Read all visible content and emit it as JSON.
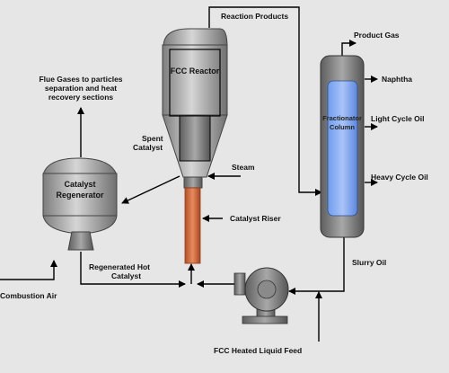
{
  "colors": {
    "background": "#e6e6e6",
    "vessel_metal": "#a9a9a9",
    "riser": "#d2693f",
    "column_fill": "#5b87e0",
    "flow_lines": "#000000"
  },
  "units": {
    "reactor": "FCC Reactor",
    "regenerator_line1": "Catalyst",
    "regenerator_line2": "Regenerator",
    "fractionator_line1": "Fractionator",
    "fractionator_line2": "Column"
  },
  "streams": {
    "reaction_products": "Reaction Products",
    "product_gas": "Product Gas",
    "naphtha": "Naphtha",
    "light_cycle_oil": "Light Cycle Oil",
    "heavy_cycle_oil": "Heavy Cycle Oil",
    "slurry_oil": "Slurry Oil",
    "flue_gases_line1": "Flue Gases to particles",
    "flue_gases_line2": "separation and heat",
    "flue_gases_line3": "recovery sections",
    "spent_catalyst_line1": "Spent",
    "spent_catalyst_line2": "Catalyst",
    "steam": "Steam",
    "catalyst_riser": "Catalyst Riser",
    "regenerated_catalyst_line1": "Regenerated Hot",
    "regenerated_catalyst_line2": "Catalyst",
    "combustion_air": "Combustion Air",
    "liquid_feed": "FCC Heated Liquid Feed"
  }
}
